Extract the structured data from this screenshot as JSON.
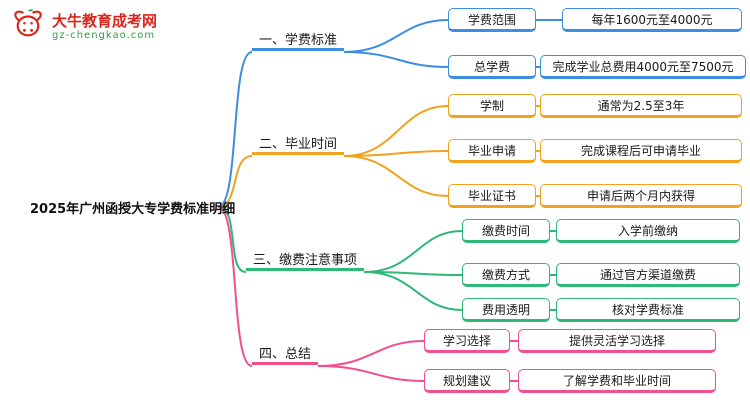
{
  "logo": {
    "title": "大牛教育成考网",
    "url": "gz-chengkao.com",
    "brand_red": "#d9251c",
    "brand_green": "#2e9e43"
  },
  "root": "2025年广州函授大专学费标准明细",
  "colors": {
    "branch1": "#3d8de0",
    "branch2": "#f2a21d",
    "branch3": "#2fb878",
    "branch4": "#f0518e"
  },
  "branches": [
    {
      "label": "一、学费标准",
      "color": "#3d8de0",
      "children": [
        {
          "key": "学费范围",
          "value": "每年1600元至4000元"
        },
        {
          "key": "总学费",
          "value": "完成学业总费用4000元至7500元"
        }
      ]
    },
    {
      "label": "二、毕业时间",
      "color": "#f2a21d",
      "children": [
        {
          "key": "学制",
          "value": "通常为2.5至3年"
        },
        {
          "key": "毕业申请",
          "value": "完成课程后可申请毕业"
        },
        {
          "key": "毕业证书",
          "value": "申请后两个月内获得"
        }
      ]
    },
    {
      "label": "三、缴费注意事项",
      "color": "#2fb878",
      "children": [
        {
          "key": "缴费时间",
          "value": "入学前缴纳"
        },
        {
          "key": "缴费方式",
          "value": "通过官方渠道缴费"
        },
        {
          "key": "费用透明",
          "value": "核对学费标准"
        }
      ]
    },
    {
      "label": "四、总结",
      "color": "#f0518e",
      "children": [
        {
          "key": "学习选择",
          "value": "提供灵活学习选择"
        },
        {
          "key": "规划建议",
          "value": "了解学费和毕业时间"
        }
      ]
    }
  ]
}
